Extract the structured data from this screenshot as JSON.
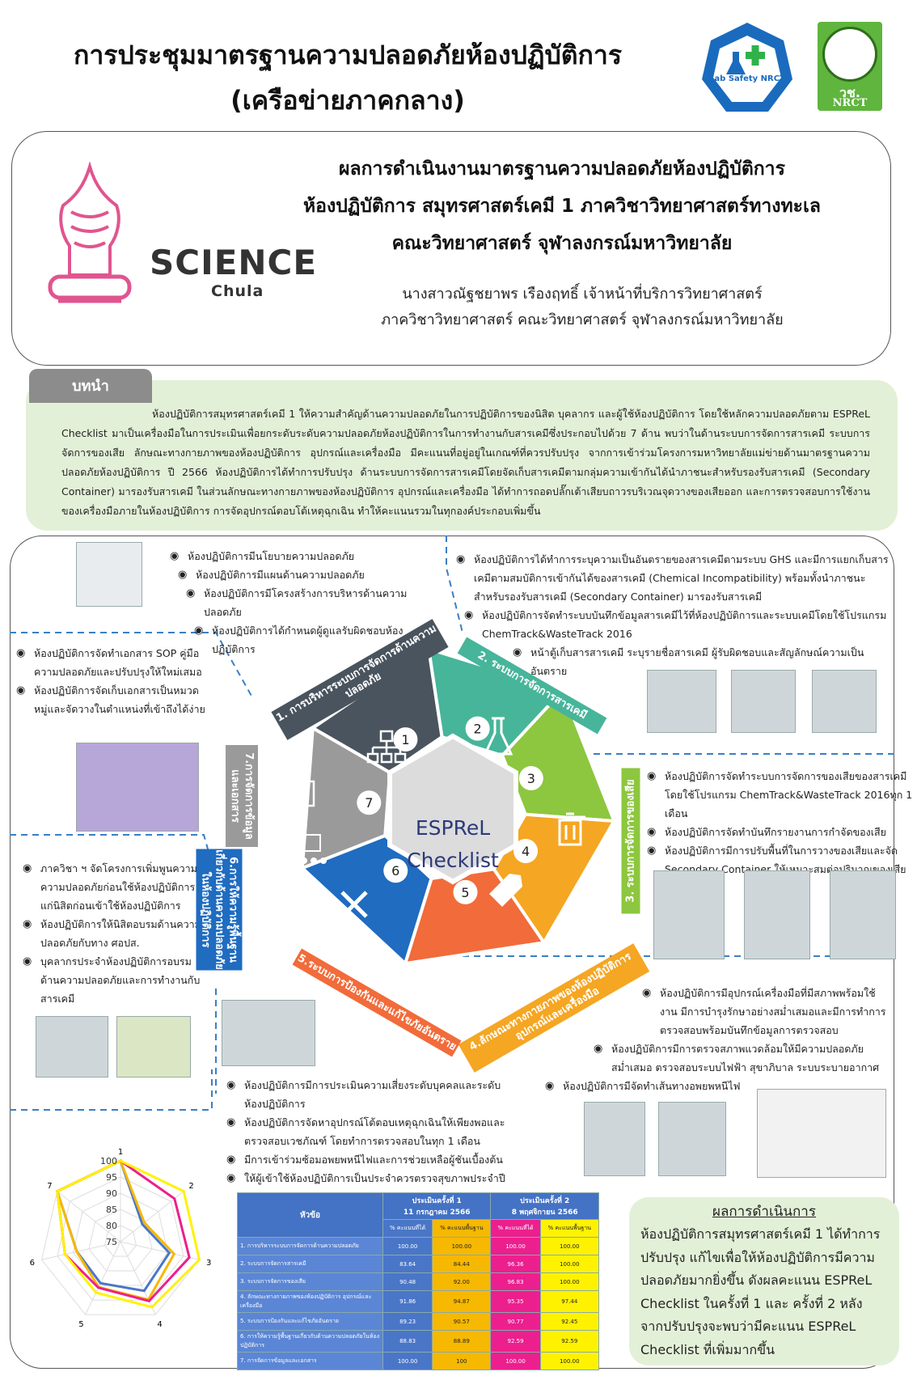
{
  "header": {
    "title_line1": "การประชุมมาตรฐานความปลอดภัยห้องปฏิบัติการ",
    "title_line2": "(เครือข่ายภาคกลาง)",
    "labsafety_logo_text": "Lab Safety NRCT",
    "nrct_logo_text1": "วช.",
    "nrct_logo_text2": "NRCT"
  },
  "info": {
    "title_line1": "ผลการดำเนินงานมาตรฐานความปลอดภัยห้องปฏิบัติการ",
    "title_line2": "ห้องปฏิบัติการ สมุทรศาสตร์เคมี 1 ภาควิชาวิทยาศาสตร์ทางทะเล",
    "title_line3": "คณะวิทยาศาสตร์ จุฬาลงกรณ์มหาวิทยาลัย",
    "author_line1": "นางสาวณัฐชยาพร เรืองฤทธิ์ เจ้าหน้าที่บริการวิทยาศาสตร์",
    "author_line2": "ภาควิชาวิทยาศาสตร์ คณะวิทยาศาสตร์ จุฬาลงกรณ์มหาวิทยาลัย",
    "science_logo_main": "SCIENCE",
    "science_logo_sub": "Chula"
  },
  "intro": {
    "tab_label": "บทนำ",
    "text": "ห้องปฏิบัติการสมุทรศาสตร์เคมี 1 ให้ความสำคัญด้านความปลอดภัยในการปฏิบัติการของนิสิต บุคลากร และผู้ใช้ห้องปฏิบัติการ โดยใช้หลักความปลอดภัยตาม ESPReL Checklist มาเป็นเครื่องมือในการประเมินเพื่อยกระดับระดับความปลอดภัยห้องปฏิบัติการในการทำงานกับสารเคมีซึ่งประกอบไปด้วย 7 ด้าน พบว่าในด้านระบบการจัดการสารเคมี ระบบการจัดการของเสีย ลักษณะทางกายภาพของห้องปฏิบัติการ อุปกรณ์และเครื่องมือ มีคะแนนที่อยู่อยู่ในเกณฑ์ที่ควรปรับปรุง จากการเข้าร่วมโครงการมหาวิทยาลัยแม่ข่ายด้านมาตรฐานความปลอดภัยห้องปฏิบัติการ ปี 2566 ห้องปฏิบัติการได้ทำการปรับปรุง ด้านระบบการจัดการสารเคมีโดยจัดเก็บสารเคมีตามกลุ่มความเข้ากันได้นำภาชนะสำหรับรองรับสารเคมี (Secondary Container) มารองรับสารเคมี ในส่วนลักษณะทางกายภาพของห้องปฏิบัติการ อุปกรณ์และเครื่องมือ ได้ทำการถอดปลั๊กเต้าเสียบถาวรบริเวณจุดวางของเสียออก และการตรวจสอบการใช้งานของเครื่องมือภายในห้องปฏิบัติการ การจัดอุปกรณ์ตอบโต้เหตุฉุกเฉิน ทำให้คะแนนรวมในทุกองค์ประกอบเพิ่มขึ้น"
  },
  "sections": {
    "s1_items": [
      "ห้องปฏิบัติการมีนโยบายความปลอดภัย",
      "ห้องปฏิบัติการมีแผนด้านความปลอดภัย",
      "ห้องปฏิบัติการมีโครงสร้างการบริหารด้านความปลอดภัย",
      "ห้องปฏิบัติการได้กำหนดผู้ดูแลรับผิดชอบห้องปฏิบัติการ"
    ],
    "s2_items": [
      "ห้องปฏิบัติการได้ทำการระบุความเป็นอันตรายของสารเคมีตามระบบ GHS และมีการแยกเก็บสารเคมีตามสมบัติการเข้ากันได้ของสารเคมี (Chemical Incompatibility) พร้อมทั้งนำภาชนะสำหรับรองรับสารเคมี (Secondary Container) มารองรับสารเคมี",
      "ห้องปฏิบัติการจัดทำระบบบันทึกข้อมูลสารเคมีไว้ที่ห้องปฏิบัติการและระบบเคมีโดยใช้โปรแกรม ChemTrack&WasteTrack 2016",
      "หน้าตู้เก็บสารสารเคมี ระบุรายชื่อสารเคมี ผู้รับผิดชอบและสัญลักษณ์ความเป็นอันตราย"
    ],
    "s7_items": [
      "ห้องปฏิบัติการจัดทำเอกสาร SOP คู่มือความปลอดภัยและปรับปรุงให้ใหม่เสมอ",
      "ห้องปฏิบัติการจัดเก็บเอกสารเป็นหมวดหมู่และจัดวางในตำแหน่งที่เข้าถึงได้ง่าย"
    ],
    "s3_items": [
      "ห้องปฏิบัติการจัดทำระบบการจัดการของเสียของสารเคมีโดยใช้โปรแกรม ChemTrack&WasteTrack 2016ทุก 1 เดือน",
      "ห้องปฏิบัติการจัดทำบันทึกรายงานการกำจัดของเสีย",
      "ห้องปฏิบัติการมีการปรับพื้นที่ในการวางของเสียและจัด Secondary Container ให้เหมาะสมต่อปริมาณของเสีย"
    ],
    "s6_items": [
      "ภาควิชา ฯ จัดโครงการเพิ่มพูนความรู้ความปลอดภัยก่อนใช้ห้องปฏิบัติการแก่นิสิตก่อนเข้าใช้ห้องปฏิบัติการ",
      "ห้องปฏิบัติการให้นิสิตอบรมด้านความปลอดภัยกับทาง ศอปส.",
      "บุคลากรประจำห้องปฏิบัติการอบรมด้านความปลอดภัยและการทำงานกับสารเคมี"
    ],
    "s4_items": [
      "ห้องปฏิบัติการมีอุปกรณ์เครื่องมือที่มีสภาพพร้อมใช้งาน มีการบำรุงรักษาอย่างสม่ำเสมอและมีการทำการตรวจสอบพร้อมบันทึกข้อมูลการตรวจสอบ",
      "ห้องปฏิบัติการมีการตรวจสภาพแวดล้อมให้มีความปลอดภัยสม่ำเสมอ ตรวจสอบระบบไฟฟ้า สุขาภิบาล ระบบระบายอากาศ",
      "ห้องปฏิบัติการมีจัดทำเส้นทางอพยพหนีไฟ"
    ],
    "s5_items": [
      "ห้องปฏิบัติการมีการประเมินความเสี่ยงระดับบุคคลและระดับห้องปฏิบัติการ",
      "ห้องปฏิบัติการจัดหาอุปกรณ์โต้ตอบเหตุฉุกเฉินให้เพียงพอและตรวจสอบเวชภัณฑ์ โดยทำการตรวจสอบในทุก 1 เดือน",
      "มีการเข้าร่วมซ้อมอพยพหนีไฟและการช่วยเหลือผู้ชันเบื้องต้น",
      "ให้ผู้เข้าใช้ห้องปฏิบัติการเป็นประจำควรตรวจสุขภาพประจำปี"
    ]
  },
  "hexagon": {
    "center_line1": "ESPReL",
    "center_line2": "Checklist",
    "segment_labels": [
      "1. การบริหารระบบการจัดการด้านความปลอดภัย",
      "2. ระบบการจัดการสารเคมี",
      "3. ระบบการจัดการของเสีย",
      "4.ลักษณะทางกายภาพของห้องปฏิบัติการ อุปกรณ์และเครื่องมือ",
      "5.ระบบการป้องกันและแก้ไขภัยอันตราย",
      "6.การให้ความรู้พื้นฐานเกี่ยวกับด้านความปลอดภัยในห้องปฏิบัติการ",
      "7.การจัดการข้อมูลและเอกสาร"
    ],
    "numbers": [
      "1",
      "2",
      "3",
      "4",
      "5",
      "6",
      "7"
    ],
    "colors": [
      "#4a545e",
      "#47b59a",
      "#8dc63f",
      "#f5a623",
      "#f26b3a",
      "#1f6cc0",
      "#9a9a9a"
    ]
  },
  "chart_data": {
    "type": "radar",
    "categories": [
      "1",
      "2",
      "3",
      "4",
      "5",
      "6",
      "7"
    ],
    "ylim": [
      75,
      100
    ],
    "ticks": [
      "100",
      "95",
      "90",
      "85",
      "80",
      "75"
    ],
    "series": [
      {
        "values": [
          100.0,
          83.64,
          90.48,
          91.86,
          89.23,
          88.83,
          100.0
        ],
        "color": "#4a76c8"
      },
      {
        "values": [
          100.0,
          84.44,
          92.0,
          94.87,
          90.57,
          88.89,
          100
        ],
        "color": "#f6b800"
      },
      {
        "values": [
          100.0,
          96.36,
          96.83,
          95.35,
          90.77,
          92.59,
          100.0
        ],
        "color": "#ec1f8e"
      },
      {
        "values": [
          100.0,
          100.0,
          100.0,
          97.44,
          92.45,
          92.59,
          100.0
        ],
        "color": "#fff200"
      }
    ]
  },
  "table": {
    "header_topic": "หัวข้อ",
    "round1_label": "ประเมินครั้งที่ 1",
    "round1_date": "11 กรกฎาคม 2566",
    "round2_label": "ประเมินครั้งที่ 2",
    "round2_date": "8 พฤศจิกายน 2566",
    "col_got": "% คะแนนที่ได้",
    "col_base": "% คะแนนพื้นฐาน",
    "rows": [
      {
        "topic": "1. การบริหารระบบการจัดการด้านความปลอดภัย",
        "v": [
          "100.00",
          "100.00",
          "100.00",
          "100.00"
        ]
      },
      {
        "topic": "2. ระบบการจัดการสารเคมี",
        "v": [
          "83.64",
          "84.44",
          "96.36",
          "100.00"
        ]
      },
      {
        "topic": "3. ระบบการจัดการของเสีย",
        "v": [
          "90.48",
          "92.00",
          "96.83",
          "100.00"
        ]
      },
      {
        "topic": "4. ลักษณะทางกายภาพของห้องปฏิบัติการ อุปกรณ์และเครื่องมือ",
        "v": [
          "91.86",
          "94.87",
          "95.35",
          "97.44"
        ]
      },
      {
        "topic": "5. ระบบการป้องกันและแก้ไขภัยอันตราย",
        "v": [
          "89.23",
          "90.57",
          "90.77",
          "92.45"
        ]
      },
      {
        "topic": "6. การให้ความรู้พื้นฐานเกี่ยวกับด้านความปลอดภัยในห้องปฏิบัติการ",
        "v": [
          "88.83",
          "88.89",
          "92.59",
          "92.59"
        ]
      },
      {
        "topic": "7. การจัดการข้อมูลและเอกสาร",
        "v": [
          "100.00",
          "100",
          "100.00",
          "100.00"
        ]
      }
    ]
  },
  "result": {
    "title": "ผลการดำเนินการ",
    "text": "ห้องปฏิบัติการสมุทรศาสตร์เคมี 1 ได้ทำการปรับปรุง แก้ไขเพื่อให้ห้องปฏิบัติการมีความปลอดภัยมากยิ่งขึ้น ดังผลคะแนน ESPReL Checklist ในครั้งที่ 1 และ ครั้งที่ 2 หลังจากปรับปรุงจะพบว่ามีคะแนน ESPReL Checklist ที่เพิ่มมากขึ้น"
  }
}
